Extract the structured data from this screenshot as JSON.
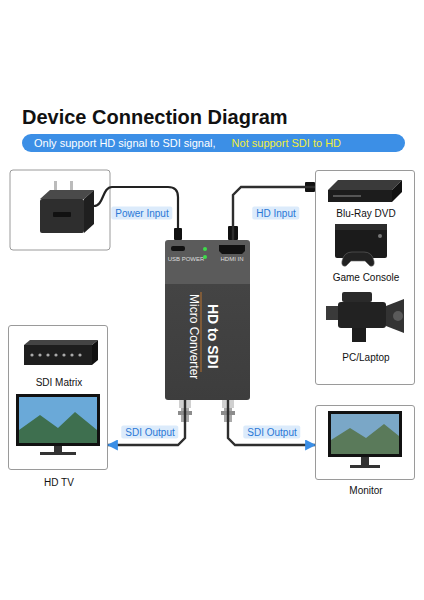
{
  "diagram": {
    "title": "Device Connection Diagram",
    "nodes": [
      {
        "text": [
          "Only support HD signal to SDI signal,",
          "Not support SDI to HD"
        ]
      },
      {
        "text": [
          "Blu-Ray DVD",
          "Game Console",
          "PC/Laptop"
        ]
      },
      {
        "text": [
          "USB POWER",
          "HDMI IN",
          "Micro Converter",
          "HD to SDI"
        ]
      },
      {
        "text": [
          "SDI Matrix",
          "HD TV"
        ]
      },
      {
        "text": [
          "Monitor"
        ]
      }
    ],
    "edges": [
      {
        "from": 1,
        "to": 2,
        "label": "HD Input",
        "arrow": "none"
      },
      {
        "from": 2,
        "to": 3,
        "label": "SDI Output",
        "arrow": "to"
      },
      {
        "from": 2,
        "to": 4,
        "label": "SDI Output",
        "arrow": "to"
      }
    ],
    "labels": [
      "Power Input"
    ]
  }
}
